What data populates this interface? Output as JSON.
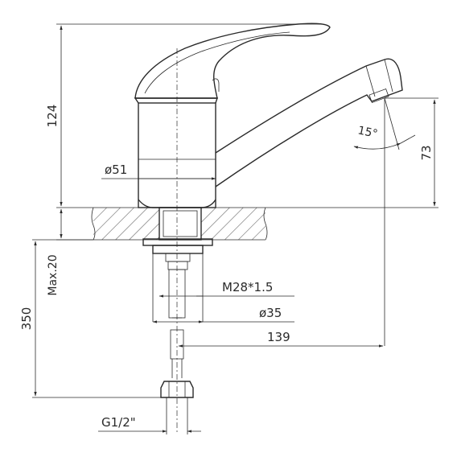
{
  "drawing": {
    "dimensions": {
      "height_total": "124",
      "diameter_body": "ø51",
      "spout_height": "73",
      "angle": "15°",
      "max_thickness": "Max.20",
      "hose_length": "350",
      "thread": "M28*1.5",
      "diameter_base": "ø35",
      "spout_reach": "139",
      "connector": "G1/2\""
    }
  }
}
